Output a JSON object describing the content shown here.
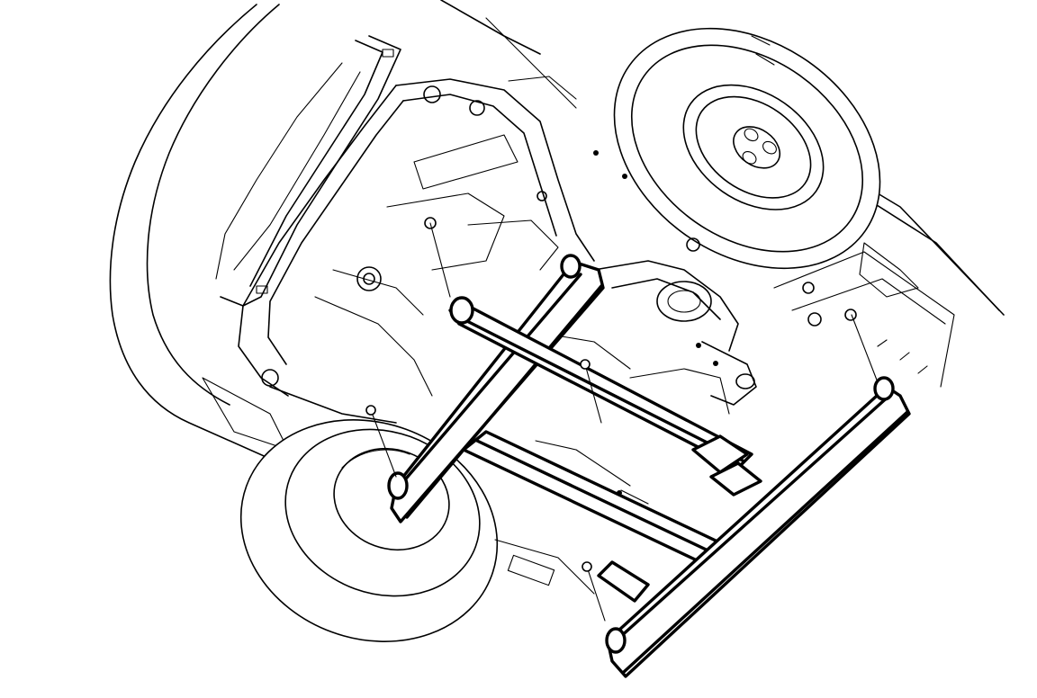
{
  "figure": {
    "parts": [
      "vehicle-underbody",
      "spare-tire",
      "front-wheel",
      "engine-cradle",
      "lift-support-beam-left",
      "lift-support-beam-right",
      "lift-cross-member"
    ],
    "line_color": "#000000",
    "background": "#ffffff"
  }
}
